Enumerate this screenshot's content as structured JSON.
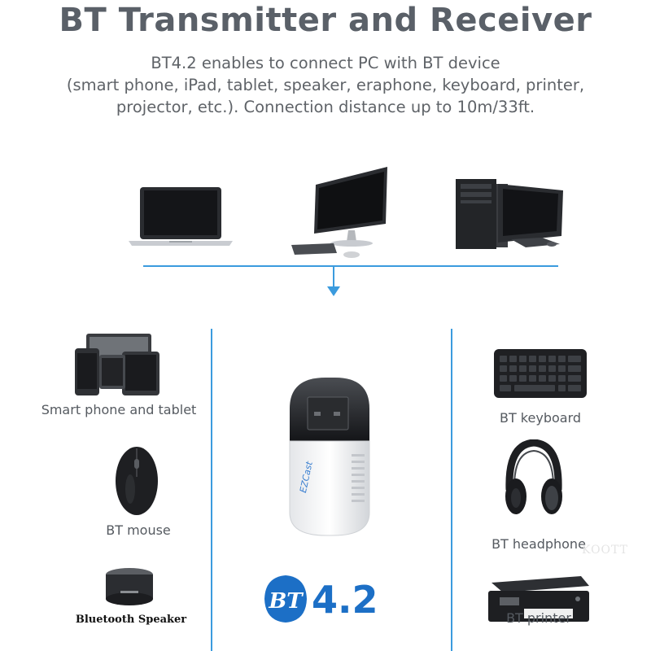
{
  "header": {
    "title": "BT Transmitter and Receiver",
    "subtitle": [
      "BT4.2 enables to connect PC with BT device",
      "(smart phone, iPad, tablet, speaker, eraphone, keyboard, printer,",
      "projector, etc.). Connection distance up to 10m/33ft."
    ]
  },
  "left_devices": [
    {
      "label": "Smart phone and tablet",
      "icon": "tablet-phone-icon"
    },
    {
      "label": "BT mouse",
      "icon": "mouse-icon"
    },
    {
      "label": "Bluetooth Speaker",
      "icon": "speaker-icon"
    }
  ],
  "right_devices": [
    {
      "label": "BT keyboard",
      "icon": "keyboard-icon"
    },
    {
      "label": "BT headphone",
      "icon": "headphone-icon"
    },
    {
      "label": "BT printer",
      "icon": "printer-icon"
    }
  ],
  "top_devices": [
    "laptop-icon",
    "desktop-monitor-icon",
    "pc-tower-icon"
  ],
  "adapter": {
    "brand": "EZCast",
    "badge": "BT",
    "version": "4.2"
  },
  "watermark": "KOOTT",
  "colors": {
    "accent": "#3b9bde",
    "title": "#5a6068",
    "bt_blue": "#1c6fc6"
  }
}
